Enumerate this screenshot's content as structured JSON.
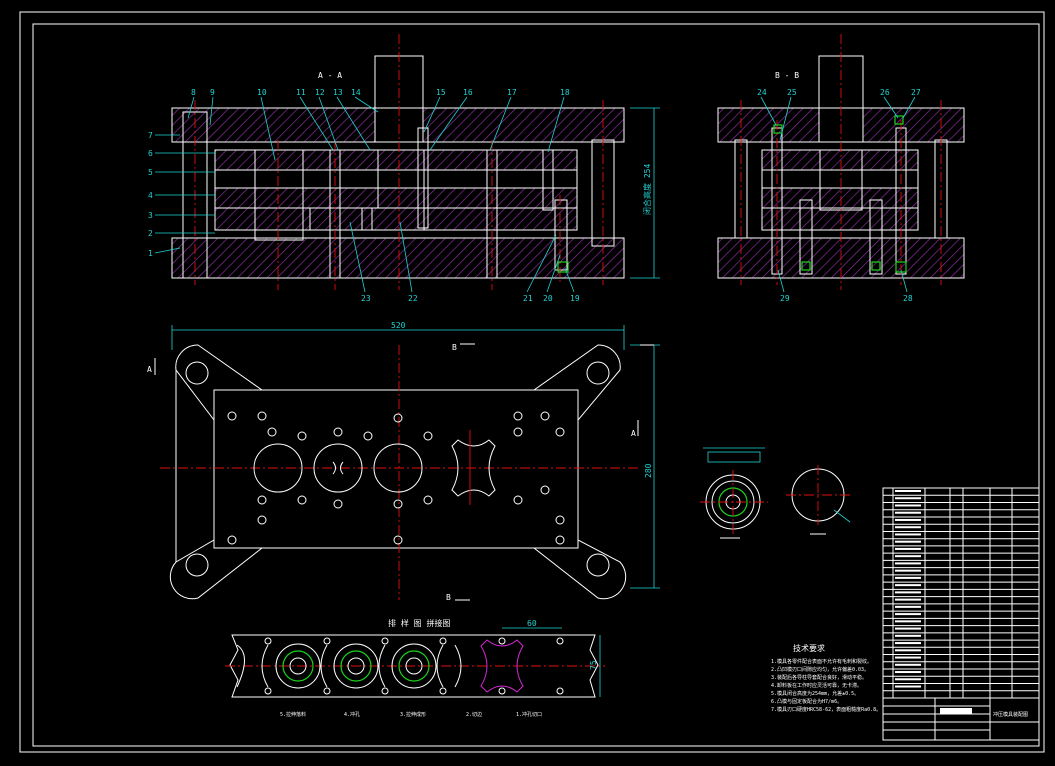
{
  "drawing": {
    "view_aa_title": "A - A",
    "view_bb_title": "B - B",
    "dims": {
      "width_520": "520",
      "height_280": "280",
      "closed_height": "闭合高度 254",
      "strip_pitch": "60",
      "strip_width": "75"
    },
    "section_marks": {
      "a_left": "A",
      "a_right": "A",
      "b_top": "B",
      "b_bottom": "B"
    },
    "part_labels_top_aa": [
      "8",
      "9",
      "10",
      "11",
      "12",
      "13",
      "14",
      "15",
      "16",
      "17",
      "18"
    ],
    "part_labels_left_aa": [
      "7",
      "6",
      "5",
      "4",
      "3",
      "2",
      "1"
    ],
    "part_labels_bottom_aa": [
      "23",
      "22",
      "21",
      "20",
      "19"
    ],
    "part_labels_top_bb": [
      "24",
      "25",
      "26",
      "27"
    ],
    "part_labels_bottom_bb": [
      "29",
      "28"
    ],
    "strip_title": "排 样 图   拼接图",
    "strip_steps": [
      "5.拉伸落料",
      "4.冲孔",
      "3.拉伸成形",
      "2.切边",
      "1.冲孔切口"
    ],
    "tech_title": "技术要求",
    "tech_notes": [
      "1.模具各零件配合表面不允许有毛刺和裂纹。",
      "2.凸凹模刃口间隙应均匀，允许偏差0.03。",
      "3.装配后各导柱导套配合良好，滑动平稳。",
      "4.卸料板在工作时应灵活可靠，无卡滞。",
      "5.模具闭合高度为254mm，允差±0.5。",
      "6.凸模与固定板配合为H7/m6。",
      "7.模具刃口硬度HRC58-62，表面粗糙度Ra0.8。"
    ],
    "bom_rows": 29,
    "title_block_label": "冲压模具装配图"
  },
  "colors": {
    "background": "#000000",
    "outline": "#ffffff",
    "dimension": "#21d3d3",
    "centerline": "#e01010",
    "hatch": "#7a2a8a",
    "highlight": "#1bd41b"
  }
}
